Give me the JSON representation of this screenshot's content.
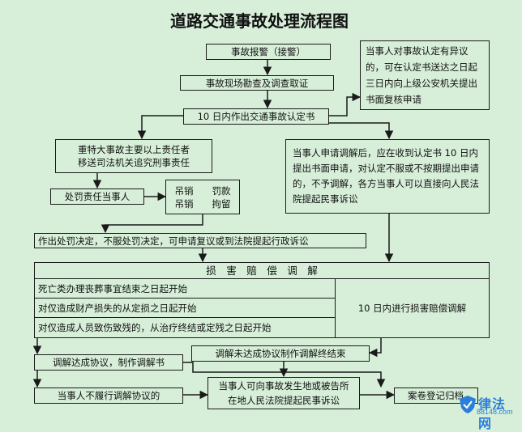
{
  "title": "道路交通事故处理流程图",
  "nodes": {
    "report": "事故报警（接警）",
    "survey": "事故现场勘查及调查取证",
    "determination": "10 日内作出交通事故认定书",
    "appeal": "当事人对事故认定有异议的，可在认定书送达之日起三日内向上级公安机关提出书面复核申请",
    "criminal": [
      "重特大事故主要以上责任者",
      "移送司法机关追究刑事责任"
    ],
    "mediation_request": "当事人申请调解后，应在收到认定书 10 日内提出书面申请，对认定不服或不按期提出申请的，不予调解，各方当事人可以直接向人民法院提起民事诉讼",
    "punish": "处罚责任当事人",
    "penalties": [
      "吊销　　罚款",
      "吊销　　拘留"
    ],
    "decision": "作出处罚决定，不服处罚决定，可申请复议或到法院提起行政诉讼",
    "damage_header": "损　害　赔　偿　调　解",
    "damage_rows": [
      "死亡类办理丧葬事宜结束之日起开始",
      "对仅造成财产损失的从定损之日起开始",
      "对仅造成人员致伤致残的，从治疗终结或定残之日起开始"
    ],
    "damage_10days": "10 日内进行损害赔偿调解",
    "agreement": "调解达成协议，制作调解书",
    "no_agreement": "调解未达成协议制作调解终结束",
    "not_perform": "当事人不履行调解协议的",
    "lawsuit": "当事人可向事故发生地或被告所在地人民法院提起民事诉讼",
    "close": "案卷登记归档"
  },
  "watermark": {
    "main": "律法网",
    "sub": "88148.com"
  },
  "colors": {
    "background": "#d7efd9",
    "line": "#1a1a1a",
    "watermark": "#2a7fd8"
  }
}
